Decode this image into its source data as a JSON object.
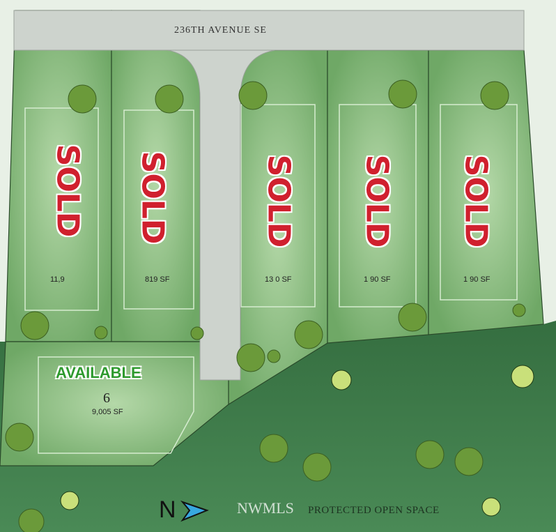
{
  "road_label": "236TH AVENUE SE",
  "lots": [
    {
      "status": "SOLD",
      "area_visible": "11,9"
    },
    {
      "status": "SOLD",
      "area_visible": "819 SF"
    },
    {
      "status": "SOLD",
      "area_visible": "13 0 SF"
    },
    {
      "status": "SOLD",
      "area_visible": "1 90 SF"
    },
    {
      "status": "SOLD",
      "area_visible": "1 90 SF"
    }
  ],
  "available_lot": {
    "status": "AVAILABLE",
    "number": "6",
    "area": "9,005 SF"
  },
  "open_space_label": "PROTECTED OPEN SPACE",
  "north_label": "N",
  "watermark": "NWMLS",
  "colors": {
    "lot": "#8fc088",
    "open_space": "#3f7d4c",
    "road": "#cdd3cd",
    "sold": "#d0202e",
    "available": "#2e9a2e"
  }
}
